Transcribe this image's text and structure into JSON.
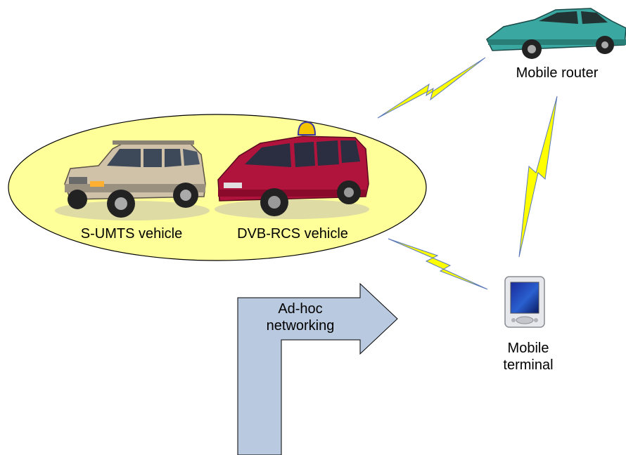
{
  "labels": {
    "suv": "S-UMTS vehicle",
    "van": "DVB-RCS vehicle",
    "router": "Mobile router",
    "terminal_line1": "Mobile",
    "terminal_line2": "terminal",
    "arrow_line1": "Ad-hoc",
    "arrow_line2": "networking"
  },
  "colors": {
    "ellipse_fill": "#ffff99",
    "arrow_fill": "#b9c9e0",
    "lightning_fill": "#ffff00",
    "router_car": "#3aa7a0",
    "van": "#b0143c",
    "suv": "#cfc2a8",
    "beacon": "#f5c400"
  },
  "icons": [
    "suv-icon",
    "van-icon",
    "sedan-icon",
    "pda-icon",
    "lightning-bolt-icon",
    "beacon-light-icon"
  ]
}
